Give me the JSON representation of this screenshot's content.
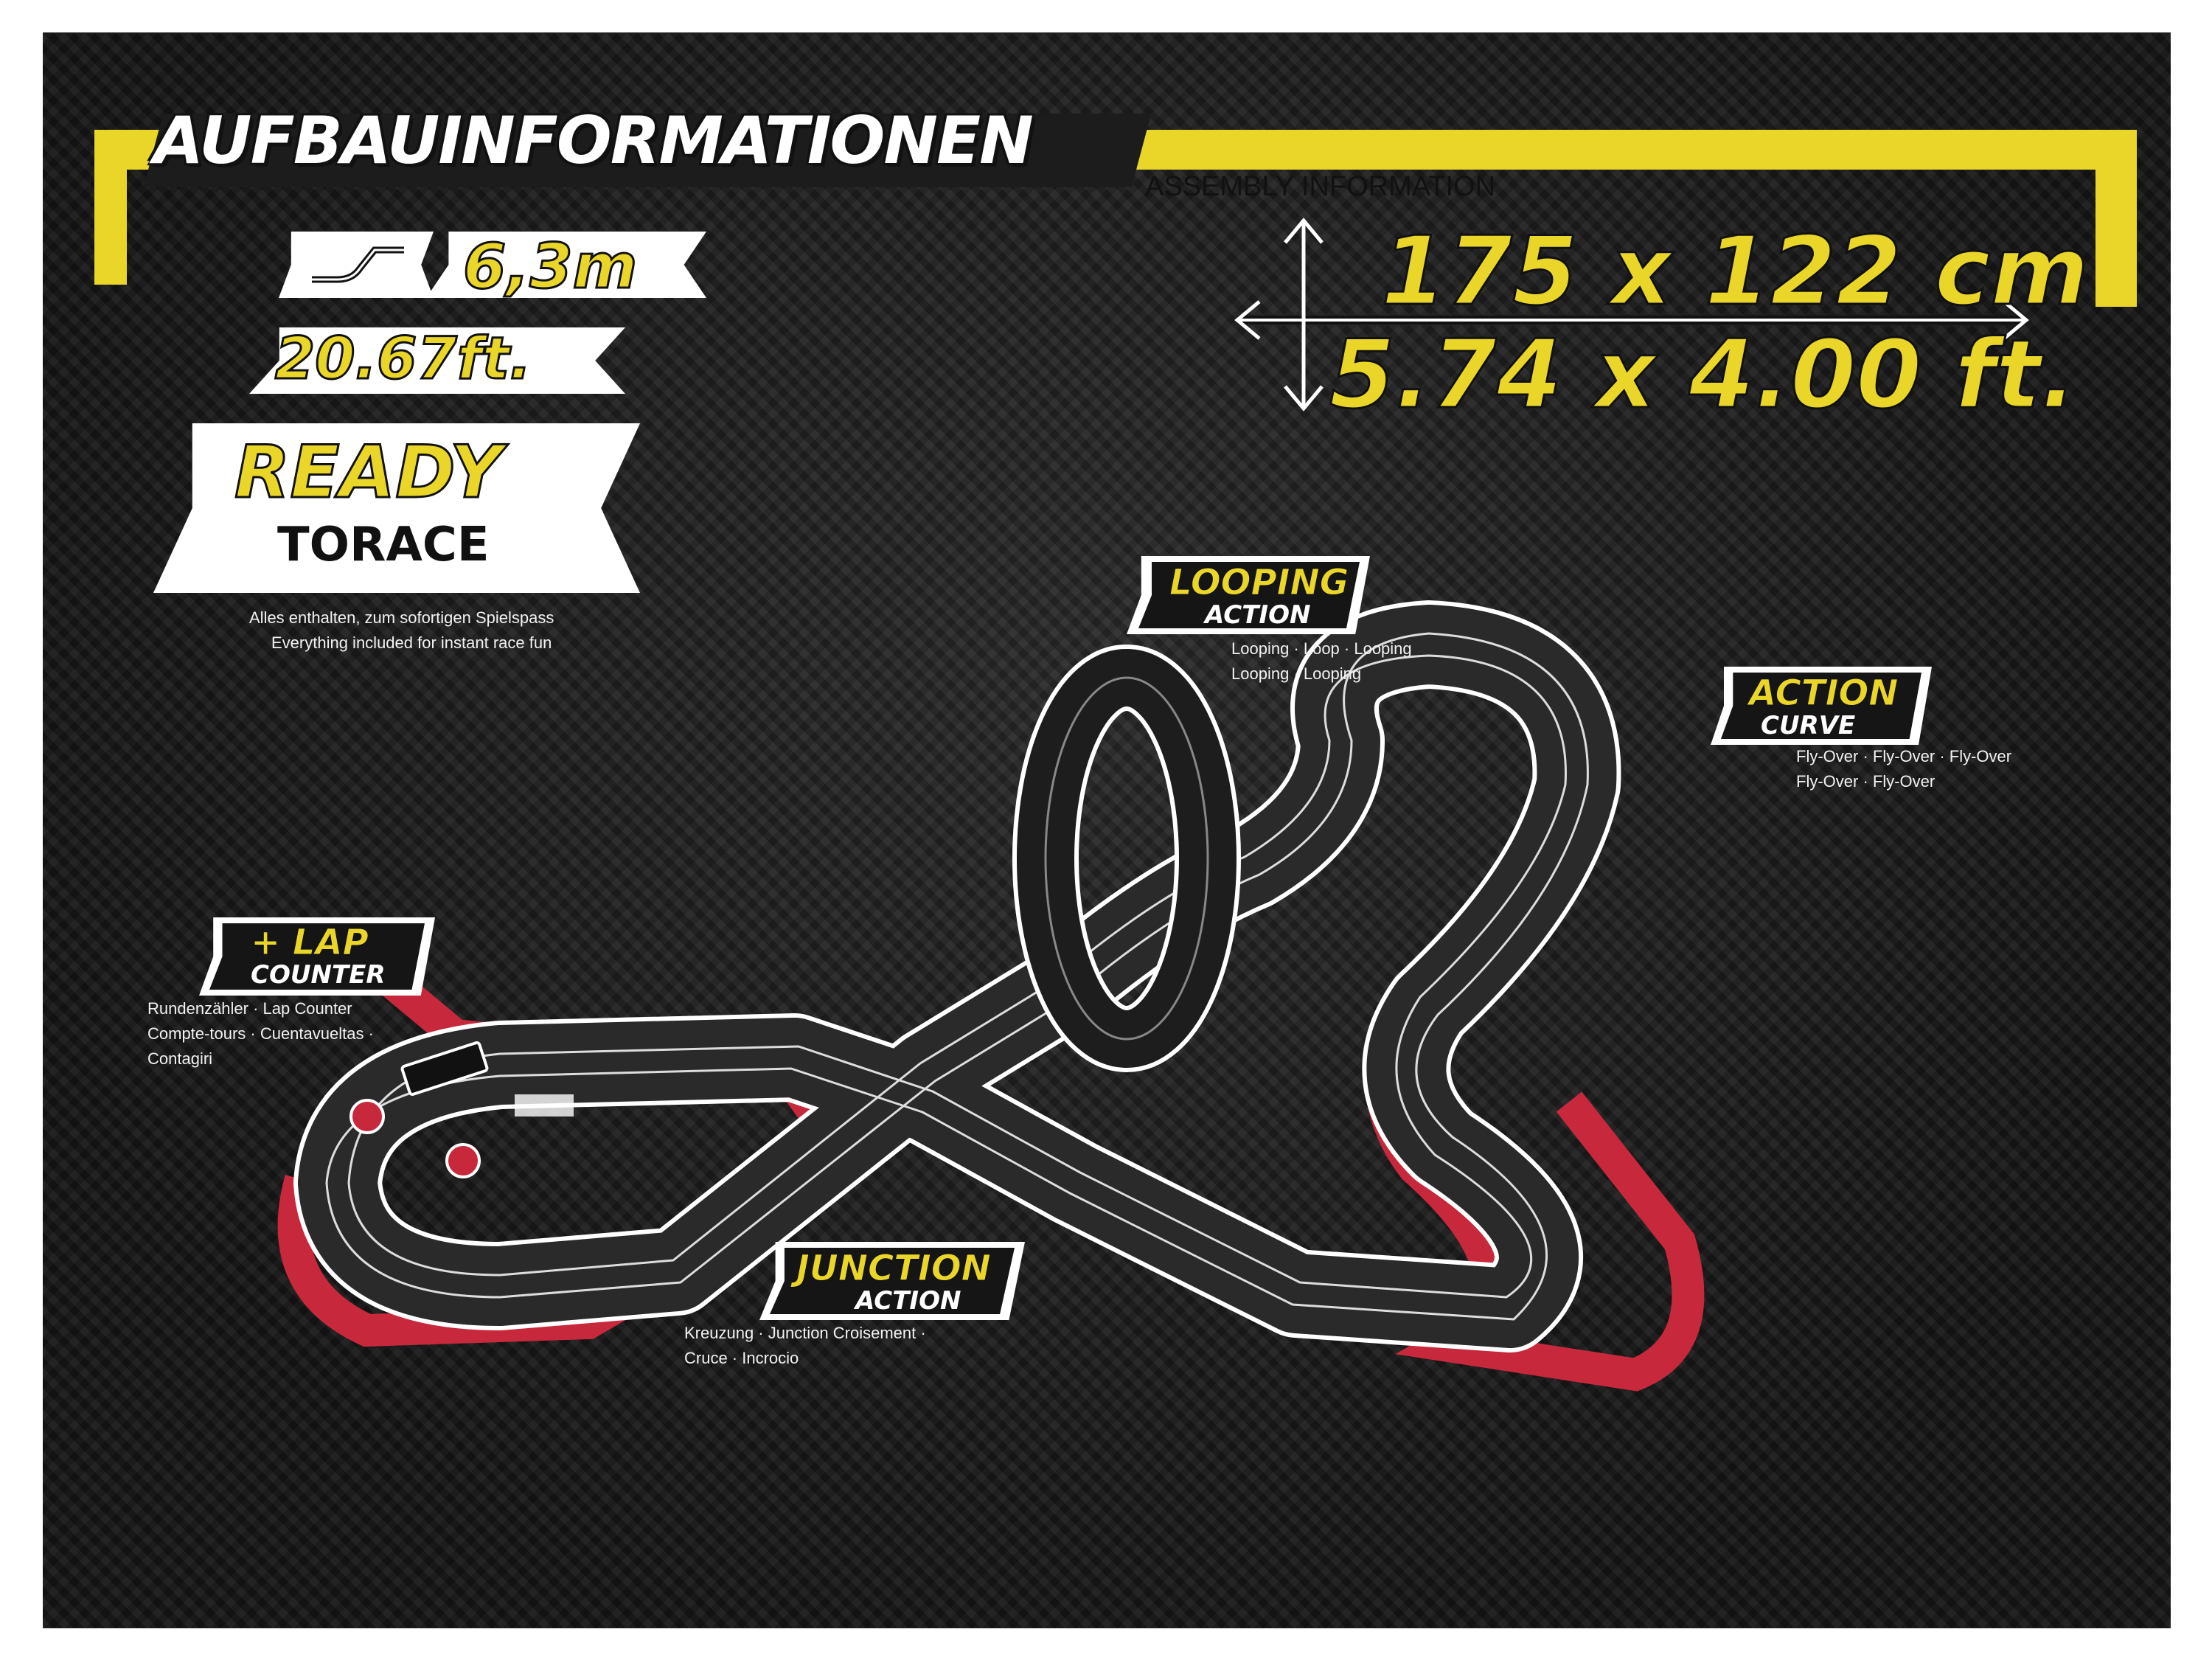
{
  "header": {
    "title": "AUFBAUINFORMATIONEN",
    "subtitle": "ASSEMBLY INFORMATION"
  },
  "length": {
    "meters": "6,3m",
    "feet": "20.67ft."
  },
  "ready": {
    "line1": "READY",
    "line2": "TORACE",
    "desc_de": "Alles enthalten, zum sofortigen Spielspass",
    "desc_en": "Everything included for instant race fun"
  },
  "dimensions": {
    "metric": "175 x 122 cm",
    "imperial": "5.74 x 4.00 ft."
  },
  "features": {
    "looping": {
      "top": "LOOPING",
      "bottom": "ACTION",
      "line1": "Looping · Loop · Looping",
      "line2": "Looping · Looping"
    },
    "curve": {
      "top": "ACTION",
      "bottom": "CURVE",
      "line1": "Fly-Over · Fly-Over · Fly-Over",
      "line2": "Fly-Over · Fly-Over"
    },
    "lap": {
      "top": "+ LAP",
      "bottom": "COUNTER",
      "line1": "Rundenzähler · Lap Counter",
      "line2": "Compte-tours ·  Cuentavueltas ·",
      "line3": "Contagiri"
    },
    "junction": {
      "top": "JUNCTION",
      "bottom": "ACTION",
      "line1": "Kreuzung · Junction  Croisement ·",
      "line2": "Cruce · Incrocio"
    }
  },
  "colors": {
    "accent": "#ead629",
    "background": "#1c1c1c",
    "barrier": "#c8283c"
  },
  "icons": [
    "track-length-icon",
    "dimension-arrows-icon"
  ]
}
